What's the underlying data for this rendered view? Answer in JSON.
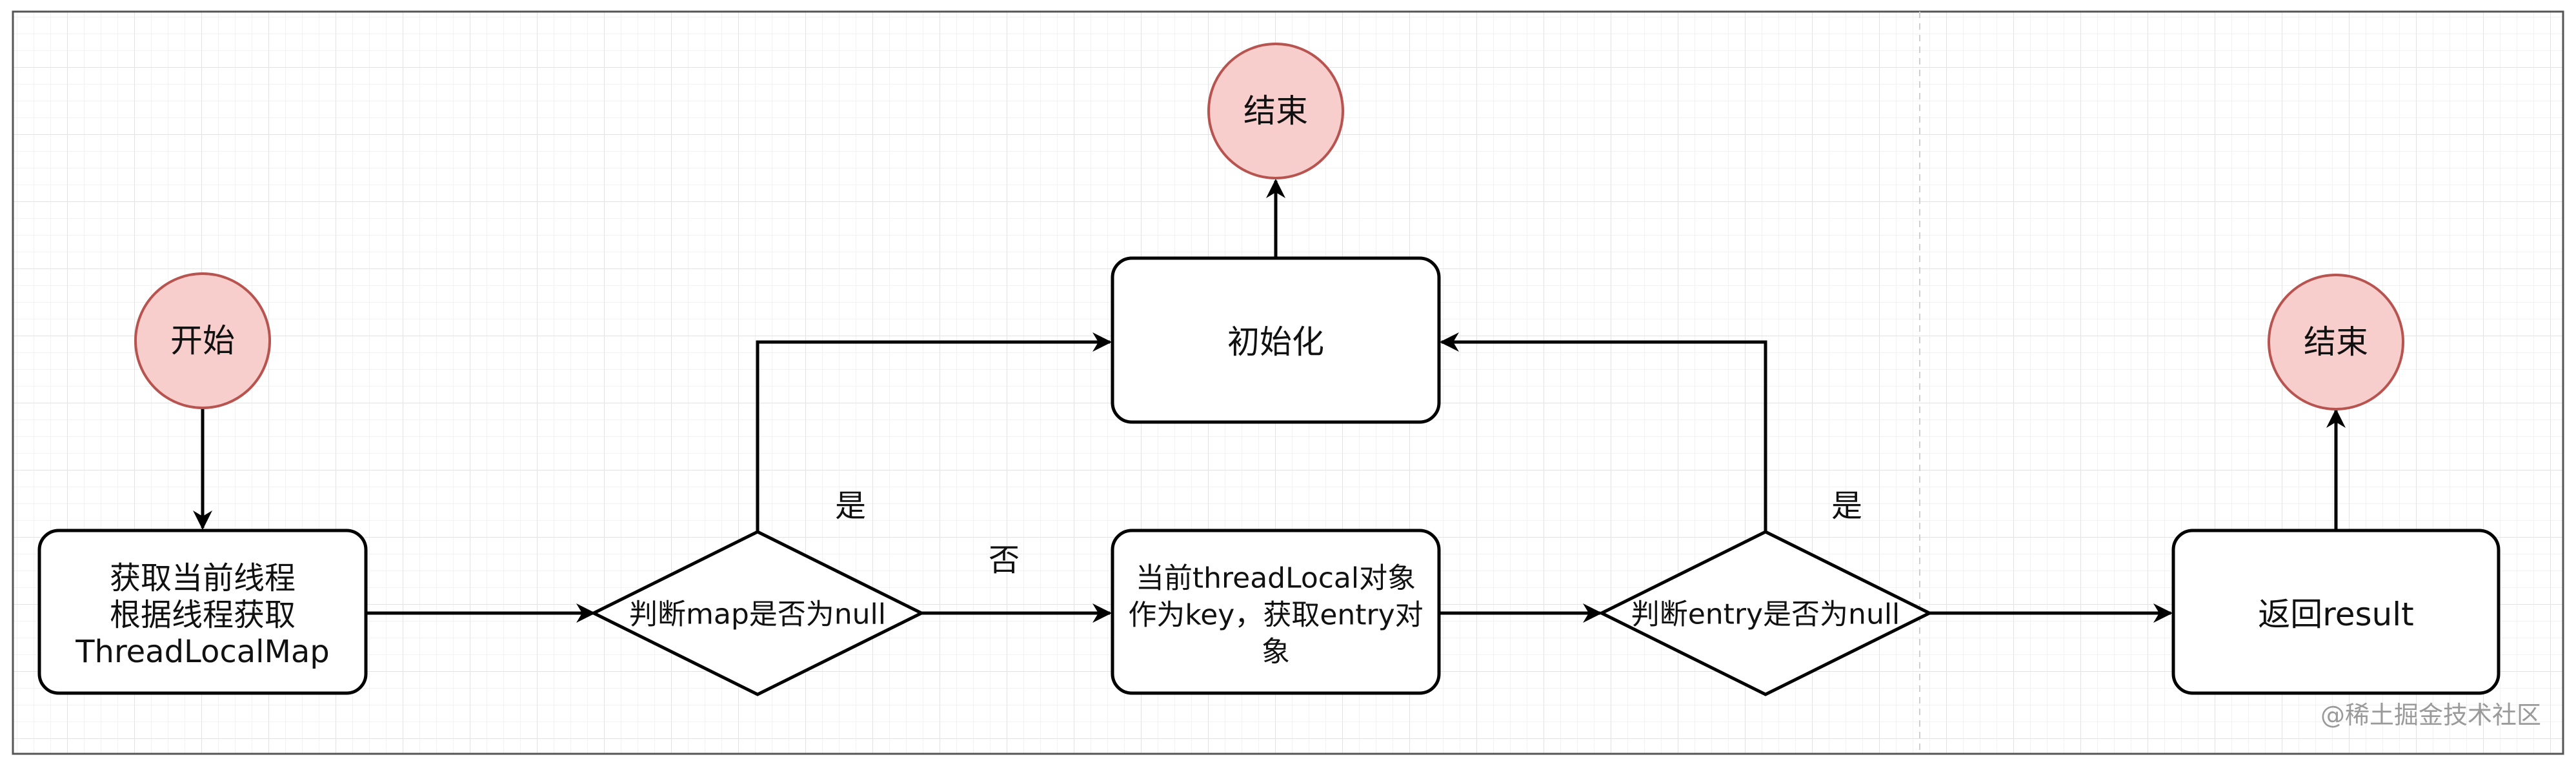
{
  "flowchart": {
    "nodes": {
      "start": {
        "label": "开始"
      },
      "end_top": {
        "label": "结束"
      },
      "end_right": {
        "label": "结束"
      },
      "get_map": {
        "lines": [
          "获取当前线程",
          "根据线程获取",
          "ThreadLocalMap"
        ]
      },
      "check_map_null": {
        "label": "判断map是否为null"
      },
      "init": {
        "label": "初始化"
      },
      "get_entry": {
        "lines": [
          "当前threadLocal对象",
          "作为key，获取entry对",
          "象"
        ]
      },
      "check_entry_null": {
        "label": "判断entry是否为null"
      },
      "return_result": {
        "label": "返回result"
      }
    },
    "edge_labels": {
      "map_null_yes": "是",
      "map_null_no": "否",
      "entry_null_yes": "是"
    }
  },
  "colors": {
    "terminal_fill": "#f8cecc",
    "terminal_stroke": "#b85450",
    "stroke": "#000000",
    "grid": "#e8e8e8",
    "watermark": "#9a9a9a"
  },
  "watermark": "@稀土掘金技术社区"
}
